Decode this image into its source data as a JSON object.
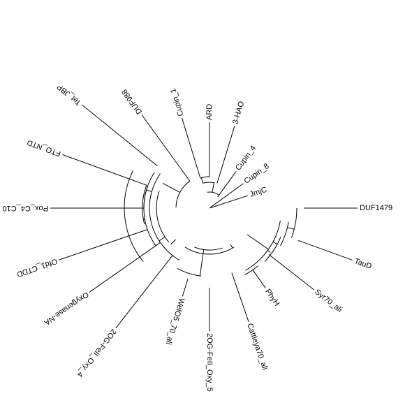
{
  "diagram": {
    "type": "circular-phylogenetic-tree",
    "line_color": "#000000",
    "background": "#ffffff",
    "leaves": [
      {
        "label": "DUF1479"
      },
      {
        "label": "TauD"
      },
      {
        "label": "Syr70_ali"
      },
      {
        "label": "PhyH"
      },
      {
        "label": "Cattleya70_ali"
      },
      {
        "label": "2OG-FeII_Oxy_5"
      },
      {
        "label": "WelO5_70_ali"
      },
      {
        "label": "2OG-FeII_Oxy_4"
      },
      {
        "label": "Oxygenase-NA"
      },
      {
        "label": "Ofd1_CTDD"
      },
      {
        "label": "Pox_C4_C10"
      },
      {
        "label": "FTO_NTD"
      },
      {
        "label": "Tet_JBP"
      },
      {
        "label": "DUF988"
      },
      {
        "label": "Cupin_1"
      },
      {
        "label": "ARD"
      },
      {
        "label": "3-HAO"
      },
      {
        "label": "Cupin_4"
      },
      {
        "label": "Cupin_8"
      },
      {
        "label": "JmjC"
      }
    ]
  }
}
